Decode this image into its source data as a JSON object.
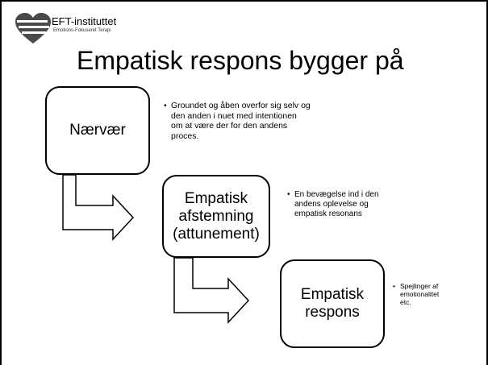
{
  "logo": {
    "name": "EFT-instituttet",
    "tagline": "Emotions-Fokuseret Terapi"
  },
  "title": "Empatisk respons bygger på",
  "steps": [
    {
      "label": "Nærvær",
      "bullet": "Groundet og åben overfor sig selv og\nden anden i nuet med intentionen\nom at være der for den andens\nproces."
    },
    {
      "label": "Empatisk\nafstemning\n(attunement)",
      "bullet": "En bevægelse ind i den\nandens oplevelse og\nempatisk resonans"
    },
    {
      "label": "Empatisk\nrespons",
      "bullet": "Spejlinger af\nemotionalitet\netc."
    }
  ],
  "bullet_glyph": "•",
  "colors": {
    "logo_heart": "#4a4a4a",
    "logo_stripes": "#ffffff",
    "line": "#000000",
    "background": "#ffffff"
  }
}
